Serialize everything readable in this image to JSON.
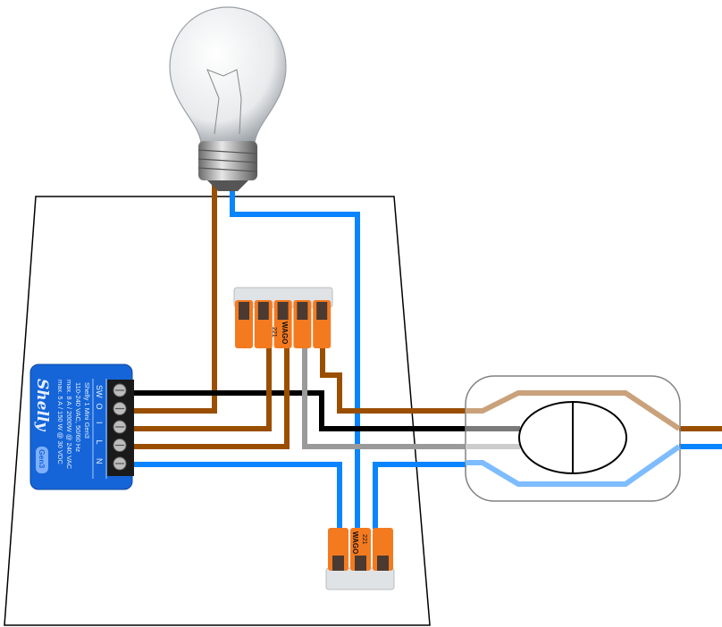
{
  "colors": {
    "live_brown": "#9a4f00",
    "neutral_blue": "#0a84ff",
    "black": "#000000",
    "gray": "#9a9a9a",
    "switch_brown": "#c9a27c",
    "switch_blue": "#7dbcff",
    "switch_dark_gray": "#7a7a7a",
    "switch_light_gray": "#cccccc",
    "shelly_blue": "#1565d8",
    "wago_orange": "#f47a20"
  },
  "shelly": {
    "logo": "Shelly",
    "badge": "Gen3",
    "model": "Shelly 1 Mini Gen3",
    "rating_1": "110-240 VAC, 50/60 Hz",
    "rating_2": "max. 8 A / 2000W @ 240 VAC",
    "rating_3": "max. 5 A / 150 W @ 30 VDC",
    "terminals": [
      "SW",
      "O",
      "I",
      "L",
      "N"
    ]
  },
  "wago_5": {
    "brand": "WAGO",
    "model": "221"
  },
  "wago_3": {
    "brand": "WAGO",
    "model": "221"
  }
}
